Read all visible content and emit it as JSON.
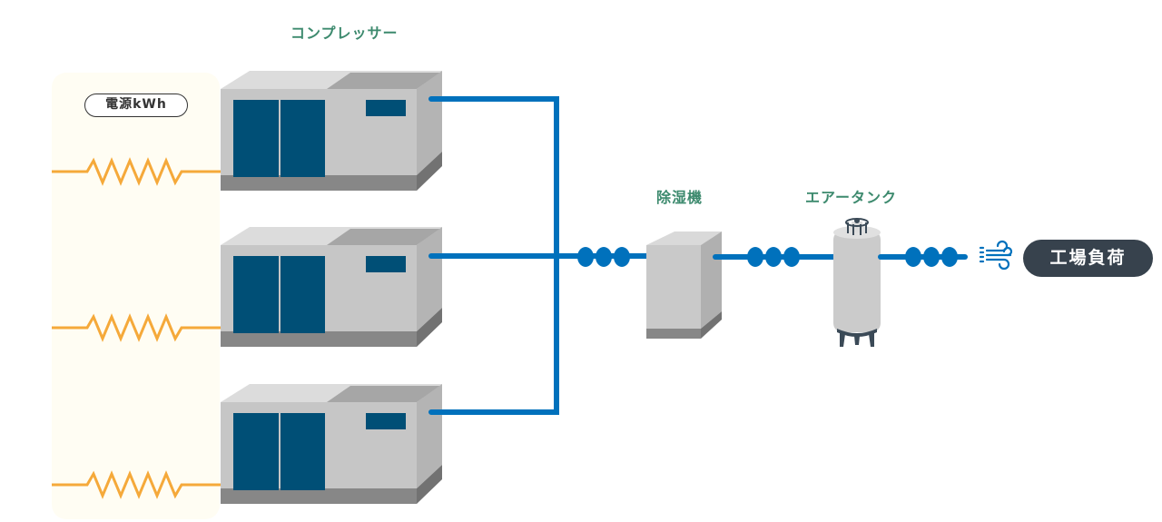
{
  "labels": {
    "compressor": "コンプレッサー",
    "dehumidifier": "除湿機",
    "air_tank": "エアータンク",
    "power": "電源kWh",
    "factory_load": "工場負荷"
  },
  "colors": {
    "label_green": "#3d8a6e",
    "pipe_blue": "#0071bc",
    "power_orange": "#f5a93a",
    "panel_bg": "#fffdf3",
    "compressor_panel": "#004f76",
    "load_pill_bg": "#37424d"
  },
  "compressors": [
    {
      "name": "compressor-1"
    },
    {
      "name": "compressor-2"
    },
    {
      "name": "compressor-3"
    }
  ],
  "icons": {
    "resistor": "resistor-icon",
    "wind": "wind-icon",
    "pipe_dots": "pipe-joint-icon"
  }
}
